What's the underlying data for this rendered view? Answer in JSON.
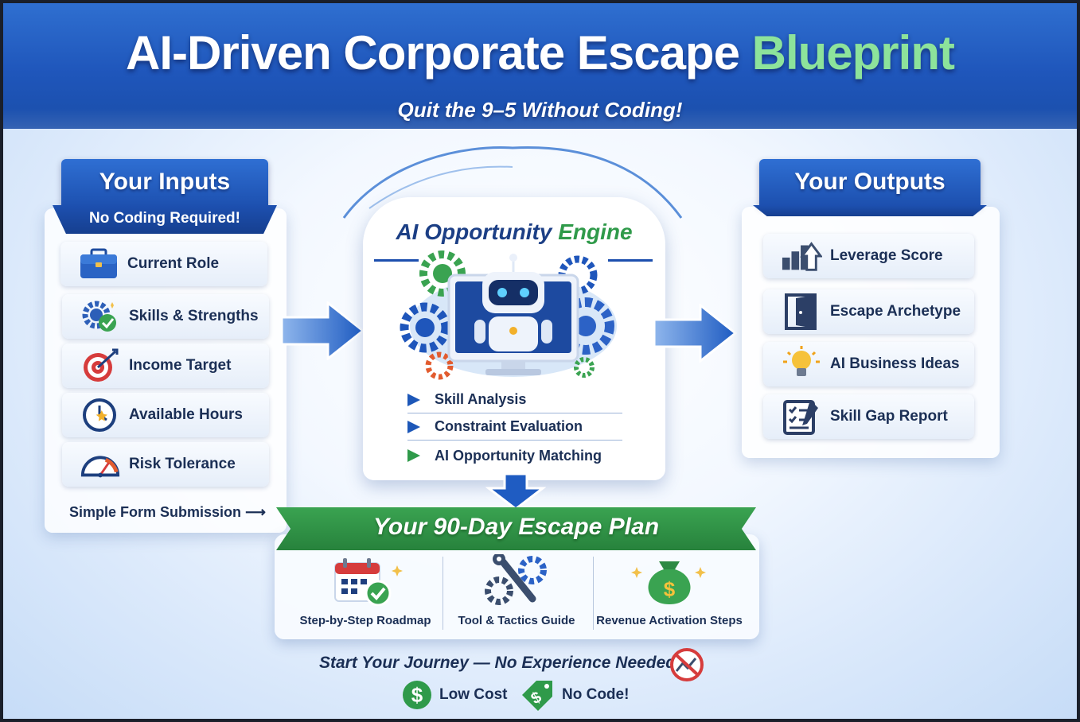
{
  "header": {
    "title_main": "AI-Driven Corporate Escape",
    "title_accent": "Blueprint",
    "subtitle": "Quit the 9–5 Without Coding!"
  },
  "inputs": {
    "title": "Your Inputs",
    "tagline": "No Coding Required!",
    "items": [
      {
        "label": "Current Role",
        "icon": "briefcase-icon"
      },
      {
        "label": "Skills & Strengths",
        "icon": "gear-check-icon"
      },
      {
        "label": "Income Target",
        "icon": "target-icon"
      },
      {
        "label": "Available Hours",
        "icon": "clock-icon"
      },
      {
        "label": "Risk Tolerance",
        "icon": "gauge-icon"
      }
    ],
    "footer": "Simple Form Submission"
  },
  "engine": {
    "title_main": "AI Opportunity",
    "title_accent": "Engine",
    "steps": [
      "Skill Analysis",
      "Constraint Evaluation",
      "AI Opportunity Matching"
    ]
  },
  "outputs": {
    "title": "Your Outputs",
    "items": [
      {
        "label": "Leverage Score",
        "icon": "bar-chart-icon"
      },
      {
        "label": "Escape Archetype",
        "icon": "door-icon"
      },
      {
        "label": "AI Business Ideas",
        "icon": "lightbulb-icon"
      },
      {
        "label": "Skill Gap Report",
        "icon": "checklist-icon"
      }
    ]
  },
  "plan": {
    "title": "Your 90-Day Escape Plan",
    "items": [
      {
        "label": "Step-by-Step Roadmap",
        "icon": "calendar-icon"
      },
      {
        "label": "Tool & Tactics Guide",
        "icon": "tools-icon"
      },
      {
        "label": "Revenue Activation Steps",
        "icon": "money-bag-icon"
      }
    ]
  },
  "footer": {
    "journey": "Start Your Journey — No Experience Needed!",
    "badges": [
      {
        "label": "Low Cost",
        "icon": "dollar-coin-icon"
      },
      {
        "label": "No Code!",
        "icon": "dollar-tag-icon"
      }
    ]
  },
  "colors": {
    "brand_blue": "#1f56bb",
    "accent_green": "#2f9a4a",
    "title_accent": "#8de39b",
    "text_dark": "#1b2f55"
  }
}
